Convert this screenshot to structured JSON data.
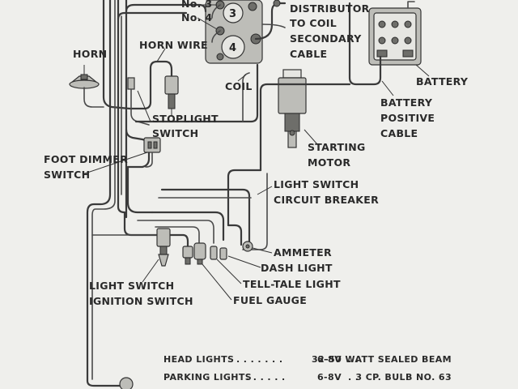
{
  "labels": {
    "no3": "No. 3",
    "no4": "No. 4",
    "cyl3": "3",
    "cyl4": "4",
    "distributor": [
      "DISTRIBUTOR",
      "TO COIL",
      "SECONDARY",
      "CABLE"
    ],
    "horn": "HORN",
    "horn_wire": "HORN WIRE",
    "coil": "COIL",
    "battery": "BATTERY",
    "battery_positive_cable": [
      "BATTERY",
      "POSITIVE",
      "CABLE"
    ],
    "stoplight_switch": [
      "STOPLIGHT",
      "SWITCH"
    ],
    "starting_motor": [
      "STARTING",
      "MOTOR"
    ],
    "foot_dimmer_switch": [
      "FOOT DIMMER",
      "SWITCH"
    ],
    "light_switch_circuit_breaker": [
      "LIGHT SWITCH",
      "CIRCUIT BREAKER"
    ],
    "ammeter": "AMMETER",
    "dash_light": "DASH LIGHT",
    "tell_tale_light": "TELL-TALE LIGHT",
    "fuel_gauge": "FUEL GAUGE",
    "light_switch": "LIGHT SWITCH",
    "ignition_switch": "IGNITION SWITCH"
  },
  "bulb_table": [
    {
      "item": "HEAD LIGHTS",
      "voltage": "6-8V",
      "spec": "32-50 WATT SEALED BEAM"
    },
    {
      "item": "PARKING LIGHTS",
      "voltage": "6-8V",
      "spec": "3 CP. BULB NO. 63"
    }
  ]
}
